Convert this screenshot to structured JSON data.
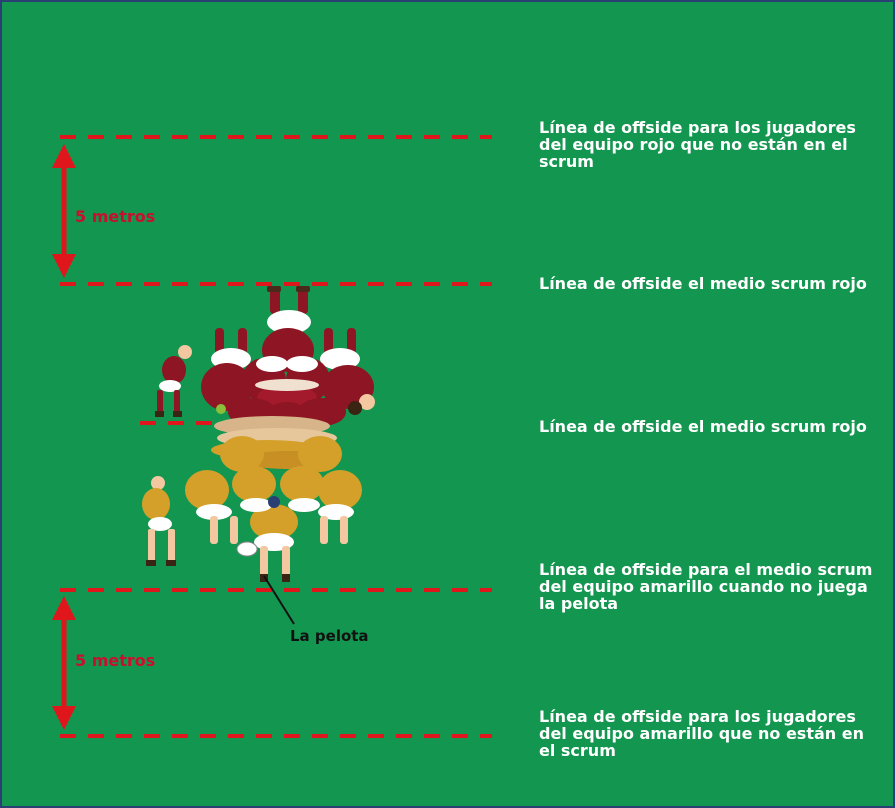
{
  "colors": {
    "field": "#13964f",
    "line": "#e0161d",
    "arrow": "#e0161d",
    "text": "#ffffff",
    "metros_text": "#c8102e",
    "red_team": "#8e1523",
    "yellow_team": "#d4a02a"
  },
  "lines": {
    "red_team_offside": "Línea de offside para los jugadores del equipo rojo que no están en el scrum",
    "red_half_top": "Línea de offside el medio scrum rojo",
    "red_half_mid": "Línea de offside el medio scrum rojo",
    "yellow_half": "Línea de offside para el medio scrum del equipo amarillo cuando no juega la pelota",
    "yellow_team_offside": "Línea de offside para los jugadores del equipo amarillo que no están en el scrum"
  },
  "distances": {
    "top": "5 metros",
    "bottom": "5 metros"
  },
  "ball_label": "La pelota"
}
